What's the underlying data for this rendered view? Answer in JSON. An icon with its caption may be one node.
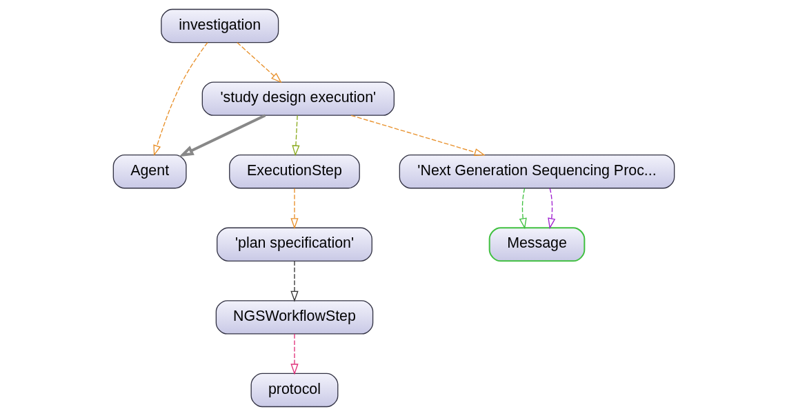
{
  "diagram": {
    "nodes": [
      {
        "text": [
          "'plan specification'"
        ]
      },
      {
        "text": [
          "NGSWorkflowStep"
        ]
      },
      {
        "text": [
          "investigation"
        ]
      },
      {
        "text": [
          "protocol"
        ]
      },
      {
        "text": [
          "ExecutionStep"
        ]
      },
      {
        "text": [
          "Agent"
        ]
      },
      {
        "text": [
          "'study design execution'"
        ]
      },
      {
        "text": [
          "'Next Generation Sequencing Proc..."
        ]
      },
      {
        "text": [
          "Message"
        ]
      }
    ],
    "edges": [
      {
        "from": 0,
        "to": 1,
        "arrow": "to",
        "style": "dashed",
        "color": "#333333"
      },
      {
        "from": 1,
        "to": 3,
        "arrow": "to",
        "style": "dashed",
        "color": "#e0307a"
      },
      {
        "from": 4,
        "to": 0,
        "arrow": "to",
        "style": "dashed"
      },
      {
        "from": 2,
        "to": 5,
        "arrow": "to",
        "style": "dashed"
      },
      {
        "from": 2,
        "to": 6,
        "arrow": "to",
        "style": "dashed"
      },
      {
        "from": 6,
        "to": 4,
        "arrow": "to",
        "style": "dashed",
        "color": "#8aaa1e"
      },
      {
        "from": 6,
        "to": 5,
        "arrow": "to",
        "style": "thick",
        "color": "#888888"
      },
      {
        "from": 6,
        "to": 7,
        "arrow": "to",
        "style": "dashed"
      },
      {
        "from": 7,
        "to": 8,
        "arrow": "to",
        "style": "dashed",
        "color": "#40c040"
      },
      {
        "from": 7,
        "to": 8,
        "arrow": "to",
        "style": "dashed",
        "color": "#a020d0"
      }
    ]
  }
}
